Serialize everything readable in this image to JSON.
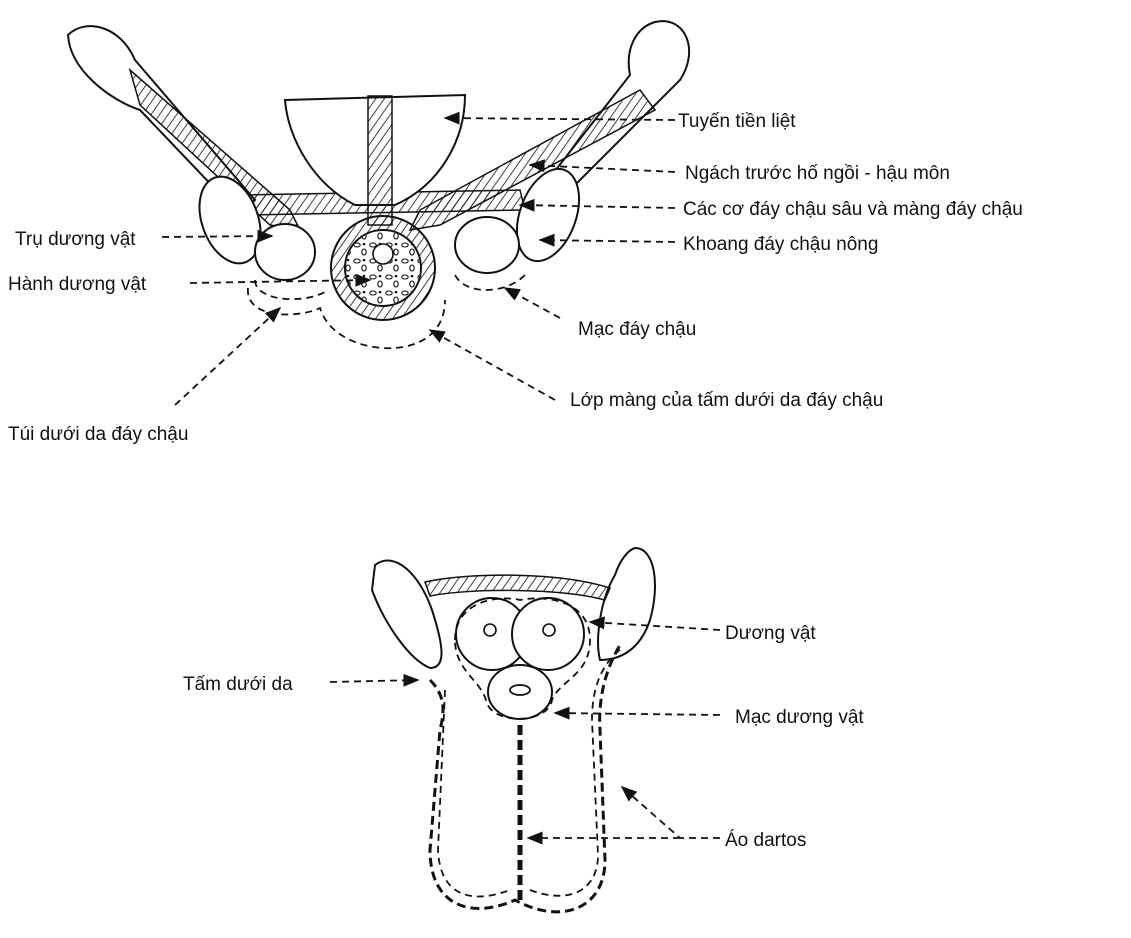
{
  "top_labels": {
    "prostate": "Tuyến tiền liệt",
    "ischioanal_recess": "Ngách trước hố ngồi - hậu môn",
    "deep_muscles": "Các cơ đáy chậu sâu và màng đáy chậu",
    "superficial_space": "Khoang đáy chậu nông",
    "perineal_fascia": "Mạc đáy chậu",
    "membranous_layer": "Lớp màng của tấm dưới da đáy chậu",
    "crus": "Trụ dương vật",
    "bulb": "Hành dương vật",
    "subcutaneous_pouch": "Túi dưới da đáy chậu"
  },
  "bottom_labels": {
    "penis": "Dương vật",
    "subcutaneous_layer": "Tấm dưới da",
    "penile_fascia": "Mạc dương vật",
    "dartos": "Áo dartos"
  }
}
